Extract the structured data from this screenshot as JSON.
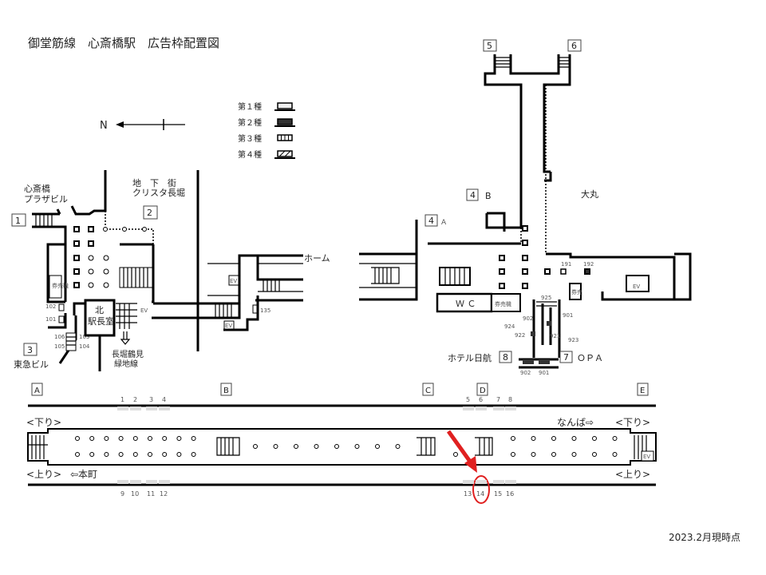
{
  "title": "御堂筋線　心斎橋駅　広告枠配置図",
  "compass": {
    "label": "N"
  },
  "legend": [
    {
      "label": "第１種",
      "color": "#e8e8e8"
    },
    {
      "label": "第２種",
      "color": "#333333"
    },
    {
      "label": "第３種",
      "pattern": "vertical-stripes"
    },
    {
      "label": "第４種",
      "pattern": "diagonal-hatch"
    }
  ],
  "north_area": {
    "exit1": "1",
    "exit2": "2",
    "exit3": "3",
    "shinsaibashi_plaza_1": "心斎橋",
    "shinsaibashi_plaza_2": "プラザビル",
    "tokyu": "東急ビル",
    "underground_1": "地　下　街",
    "underground_2": "クリスタ長堀",
    "station_office_1": "北",
    "station_office_2": "駅長室",
    "nagahori_1": "長堀鶴見",
    "nagahori_2": "緑地線",
    "ticket": "券売機",
    "home": "ホーム",
    "ev": "EV",
    "nums": [
      "102",
      "101",
      "106",
      "105",
      "103",
      "104",
      "135"
    ]
  },
  "south_area": {
    "exit5": "5",
    "exit6": "6",
    "exit4b_num": "4",
    "exit4b_suffix": "B",
    "exit4a_num": "4",
    "exit4a_suffix": "A",
    "daimaru": "大丸",
    "wc": "Ｗ Ｃ",
    "ticket": "券売機",
    "ticket_short": "券売",
    "ev": "EV",
    "n191": "191",
    "n192": "192",
    "n925": "925",
    "n901": "901",
    "n902": "902",
    "n924": "924",
    "n922": "922",
    "n921": "921",
    "n923": "923",
    "n902b": "902",
    "n901b": "901",
    "hotel": "ホテル日航",
    "exit8": "8",
    "exit7": "7",
    "opa": "ＯＰＡ"
  },
  "platform": {
    "cars": [
      "A",
      "B",
      "C",
      "D",
      "E"
    ],
    "top_slots": [
      "1",
      "2",
      "3",
      "4",
      "5",
      "6",
      "7",
      "8"
    ],
    "bottom_slots": [
      "9",
      "10",
      "11",
      "12",
      "13",
      "14",
      "15",
      "16"
    ],
    "down_left": "<下り>",
    "down_right": "<下り>",
    "namba": "なんば⇨",
    "up_left": "<上り>",
    "honmachi": "⇦本町",
    "up_right": "<上り>",
    "ev": "EV",
    "highlight_slot": "14",
    "highlight_color": "#e02020"
  },
  "footer": "2023.2月現時点"
}
